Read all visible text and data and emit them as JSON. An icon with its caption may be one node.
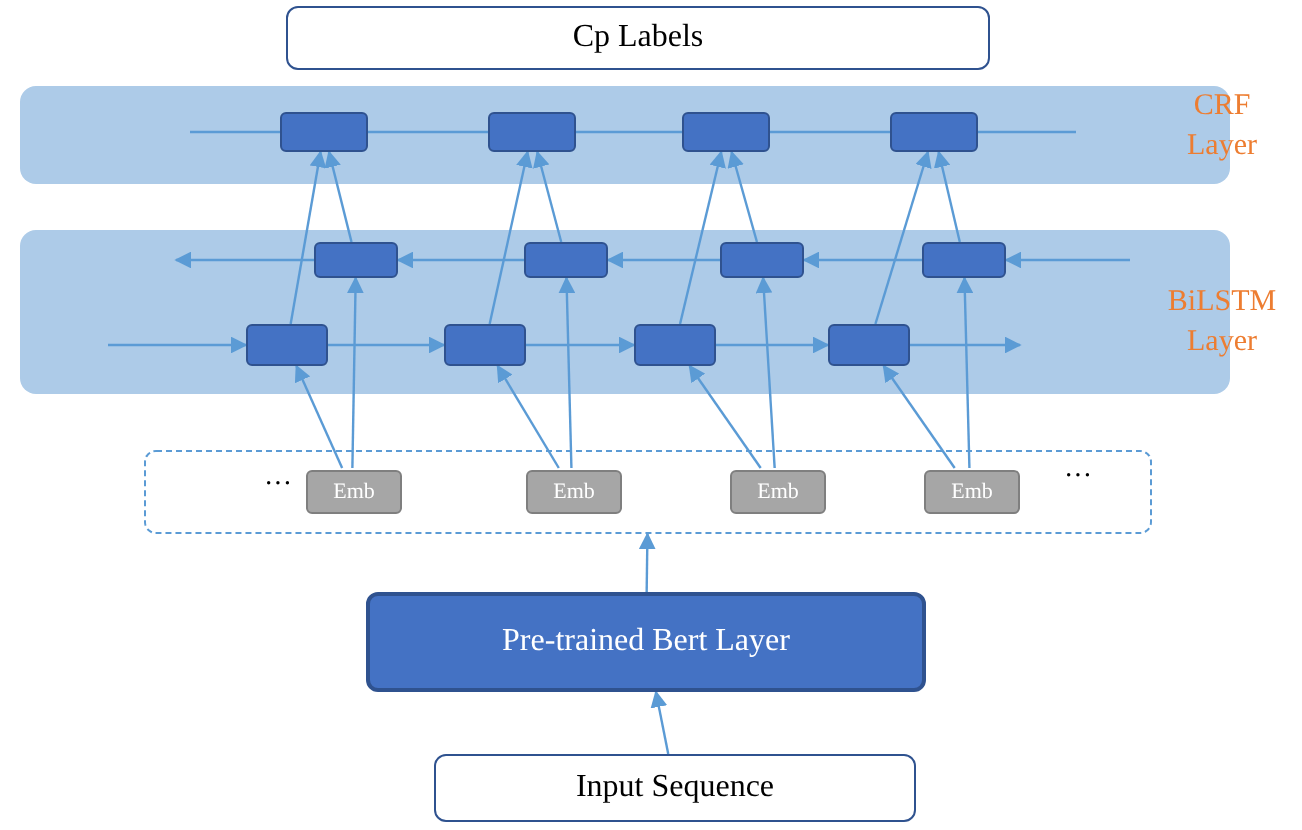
{
  "diagram": {
    "nodes": [
      {
        "text": [
          "Cp Labels"
        ]
      },
      {
        "text": [
          "CRF Layer"
        ]
      },
      {
        "text": [],
        "shape": "box",
        "in": 1
      },
      {
        "text": [],
        "shape": "box",
        "in": 1
      },
      {
        "text": [],
        "shape": "box",
        "in": 1
      },
      {
        "text": [],
        "shape": "box",
        "in": 1
      },
      {
        "text": [
          "BiLSTM Layer"
        ]
      },
      {
        "text": [],
        "shape": "box",
        "in": 6
      },
      {
        "text": [],
        "shape": "box",
        "in": 6
      },
      {
        "text": [],
        "shape": "box",
        "in": 6
      },
      {
        "text": [],
        "shape": "box",
        "in": 6
      },
      {
        "text": [],
        "shape": "box",
        "in": 6
      },
      {
        "text": [],
        "shape": "box",
        "in": 6
      },
      {
        "text": [],
        "shape": "box",
        "in": 6
      },
      {
        "text": [],
        "shape": "box",
        "in": 6
      },
      {
        "text": [],
        "shape": "box"
      },
      {
        "text": [
          "Emb"
        ],
        "in": 15
      },
      {
        "text": [
          "Emb"
        ],
        "in": 15
      },
      {
        "text": [
          "Emb"
        ],
        "in": 15
      },
      {
        "text": [
          "Emb"
        ],
        "in": 15
      },
      {
        "text": [
          "Pre-trained Bert Layer"
        ]
      },
      {
        "text": [
          "Input Sequence"
        ]
      }
    ],
    "edges": [
      {
        "from": 21,
        "to": 20,
        "arrow": "to"
      },
      {
        "from": 20,
        "to": 15,
        "arrow": "to"
      },
      {
        "from": 16,
        "to": 11,
        "arrow": "to"
      },
      {
        "from": 16,
        "to": 7,
        "arrow": "to"
      },
      {
        "from": 17,
        "to": 12,
        "arrow": "to"
      },
      {
        "from": 17,
        "to": 8,
        "arrow": "to"
      },
      {
        "from": 18,
        "to": 13,
        "arrow": "to"
      },
      {
        "from": 18,
        "to": 9,
        "arrow": "to"
      },
      {
        "from": 19,
        "to": 14,
        "arrow": "to"
      },
      {
        "from": 19,
        "to": 10,
        "arrow": "to"
      },
      {
        "from": 11,
        "to": 2,
        "arrow": "to"
      },
      {
        "from": 7,
        "to": 2,
        "arrow": "to"
      },
      {
        "from": 12,
        "to": 3,
        "arrow": "to"
      },
      {
        "from": 8,
        "to": 3,
        "arrow": "to"
      },
      {
        "from": 13,
        "to": 4,
        "arrow": "to"
      },
      {
        "from": 9,
        "to": 4,
        "arrow": "to"
      },
      {
        "from": 14,
        "to": 5,
        "arrow": "to"
      },
      {
        "from": 10,
        "to": 5,
        "arrow": "to"
      },
      {
        "from": null,
        "to": 11,
        "arrow": "to"
      },
      {
        "from": 11,
        "to": 12,
        "arrow": "to"
      },
      {
        "from": 12,
        "to": 13,
        "arrow": "to"
      },
      {
        "from": 13,
        "to": 14,
        "arrow": "to"
      },
      {
        "from": 14,
        "to": null,
        "arrow": "to"
      },
      {
        "from": null,
        "to": 10,
        "arrow": "to"
      },
      {
        "from": 10,
        "to": 9,
        "arrow": "to"
      },
      {
        "from": 9,
        "to": 8,
        "arrow": "to"
      },
      {
        "from": 8,
        "to": 7,
        "arrow": "to"
      },
      {
        "from": 7,
        "to": null,
        "arrow": "to"
      },
      {
        "from": null,
        "to": 2,
        "arrow": "none"
      },
      {
        "from": 2,
        "to": 3,
        "arrow": "none"
      },
      {
        "from": 3,
        "to": 4,
        "arrow": "none"
      },
      {
        "from": 4,
        "to": 5,
        "arrow": "none"
      },
      {
        "from": 5,
        "to": null,
        "arrow": "none"
      }
    ],
    "labels": [
      "···",
      "···"
    ]
  }
}
